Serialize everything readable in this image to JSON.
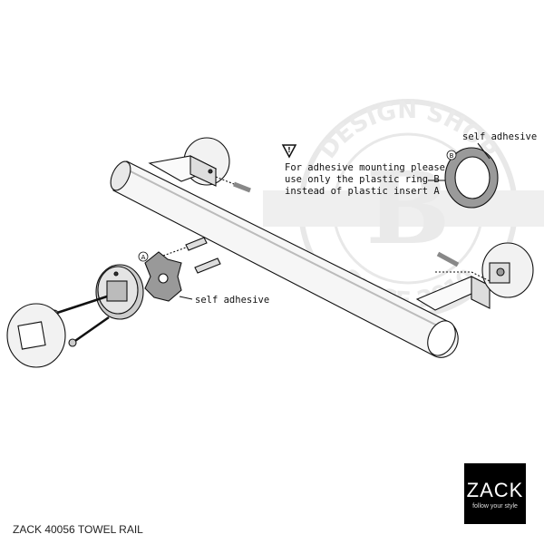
{
  "labels": {
    "self_adhesive_ring": "self adhesive",
    "self_adhesive_insert": "self adhesive",
    "warning_lines": [
      "For adhesive mounting please",
      "use only the plastic ring  B",
      "instead of plastic insert  A"
    ],
    "part_a": "A",
    "part_b": "B"
  },
  "watermark": {
    "top": "DESIGN SHOP",
    "bottom": "SINCE 2010",
    "letter": "B"
  },
  "caption": "ZACK 40056 TOWEL RAIL",
  "logo": {
    "word": "ZACK",
    "tagline": "follow your style",
    "accent": "#2bb3a3"
  }
}
